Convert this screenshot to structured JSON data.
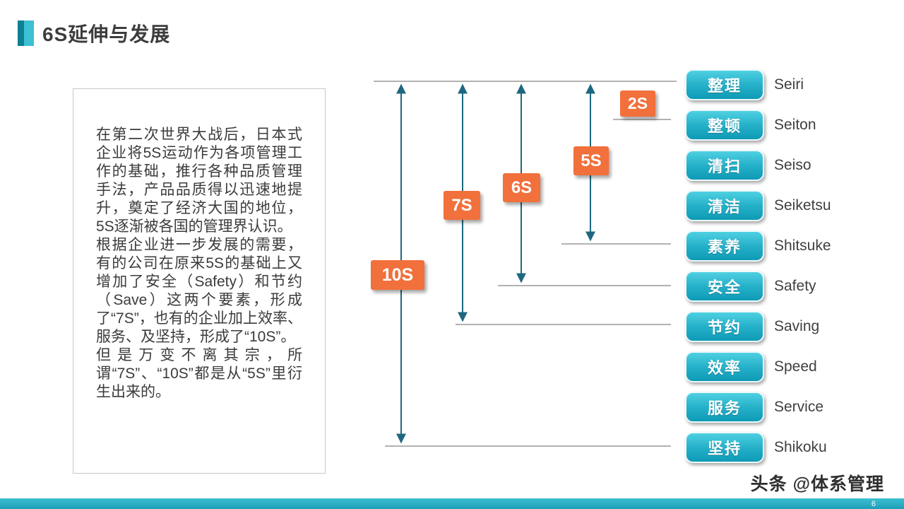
{
  "slide": {
    "title": "6S延伸与发展",
    "page_number": "6",
    "watermark": "头条 @体系管理"
  },
  "intro": {
    "paragraphs": [
      "在第二次世界大战后，日本式企业将5S运动作为各项管理工作的基础，推行各种品质管理手法，产品品质得以迅速地提升，奠定了经济大国的地位，5S逐渐被各国的管理界认识。",
      "根据企业进一步发展的需要，有的公司在原来5S的基础上又增加了安全（Safety）和节约（Save）这两个要素，形成了“7S”，也有的企业加上效率、服务、及坚持，形成了“10S”。",
      "但是万变不离其宗，所谓“7S”、“10S”都是从“5S”里衍生出来的。"
    ]
  },
  "diagram": {
    "stages": [
      {
        "label": "2S"
      },
      {
        "label": "5S"
      },
      {
        "label": "6S"
      },
      {
        "label": "7S"
      },
      {
        "label": "10S"
      }
    ],
    "terms": [
      {
        "cn": "整理",
        "en": "Seiri"
      },
      {
        "cn": "整顿",
        "en": "Seiton"
      },
      {
        "cn": "清扫",
        "en": "Seiso"
      },
      {
        "cn": "清洁",
        "en": "Seiketsu"
      },
      {
        "cn": "素养",
        "en": "Shitsuke"
      },
      {
        "cn": "安全",
        "en": "Safety"
      },
      {
        "cn": "节约",
        "en": "Saving"
      },
      {
        "cn": "效率",
        "en": "Speed"
      },
      {
        "cn": "服务",
        "en": "Service"
      },
      {
        "cn": "坚持",
        "en": "Shikoku"
      }
    ]
  },
  "colors": {
    "accent_teal_dark": "#0c7f93",
    "accent_teal_light": "#3dc0d3",
    "stage_orange": "#f1703c",
    "button_cyan": "#27b2ca",
    "arrow_teal": "#1d6880",
    "line_gray": "#999999",
    "footer_bar": "#2cb0c4"
  }
}
